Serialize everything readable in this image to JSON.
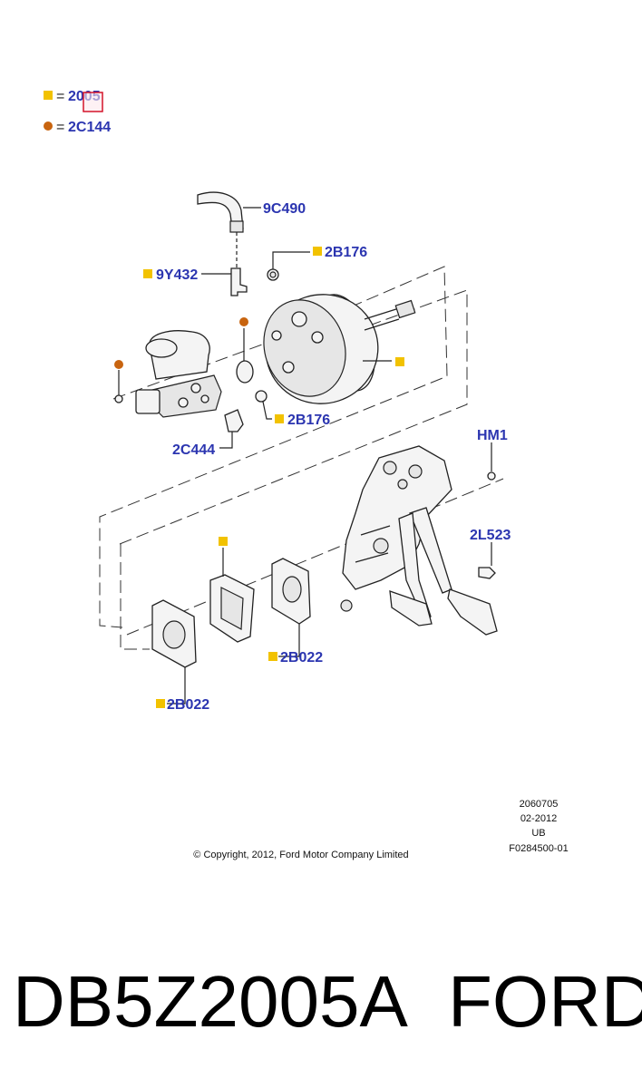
{
  "legend": [
    {
      "marker": "square",
      "color": "#f2c200",
      "equals": "=",
      "code": "2005"
    },
    {
      "marker": "circle",
      "color": "#c8640f",
      "equals": "=",
      "code": "2C144"
    }
  ],
  "callouts": {
    "c9C490": "9C490",
    "c2B176_top": "2B176",
    "c9Y432": "9Y432",
    "c2B176_mid": "2B176",
    "c2C444": "2C444",
    "cHM1": "HM1",
    "c2L523": "2L523",
    "c2B022_mid": "2B022",
    "c2B022_low": "2B022"
  },
  "marker_colors": {
    "square": "#f2c200",
    "circle": "#c8640f",
    "callout_text": "#2b35b0"
  },
  "meta": {
    "ref": "2060705",
    "date": "02-2012",
    "region": "UB",
    "figure": "F0284500-01",
    "copyright": "© Copyright, 2012, Ford Motor Company Limited"
  },
  "footer": {
    "part_number": "DB5Z2005A",
    "brand": "FORD"
  }
}
